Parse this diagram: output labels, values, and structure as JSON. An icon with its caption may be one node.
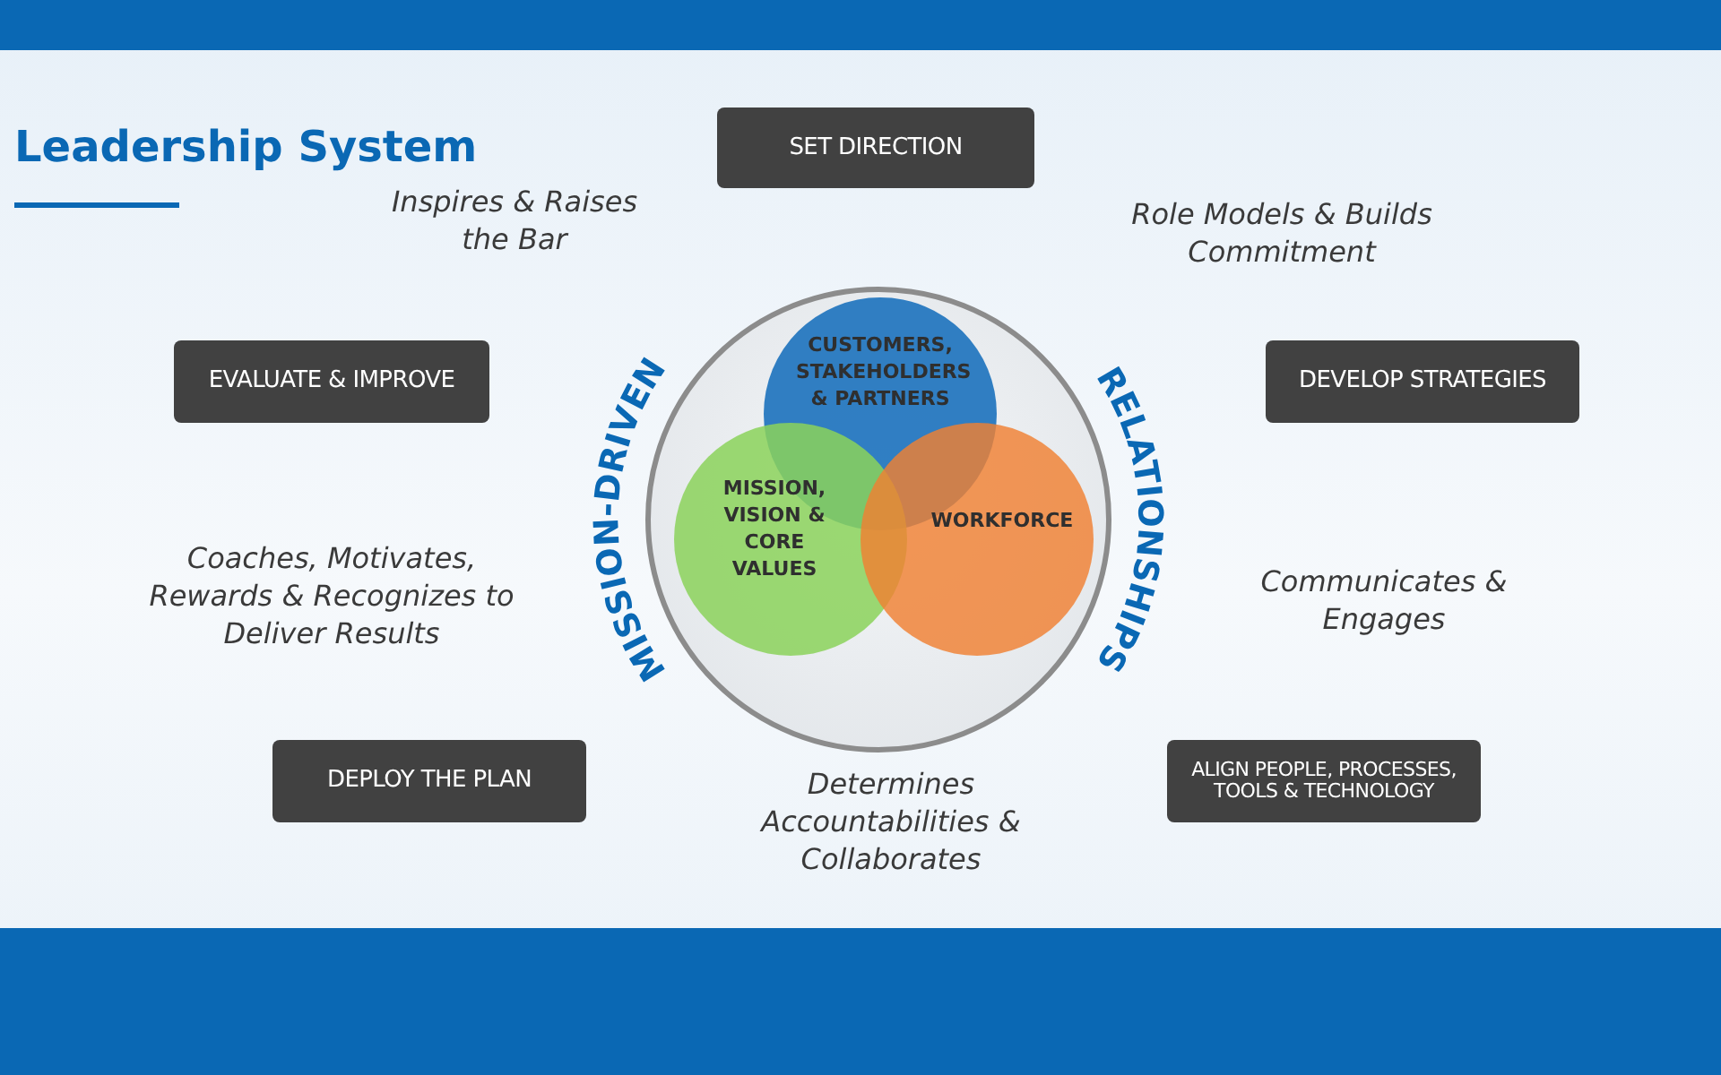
{
  "diagram": {
    "title": "Leadership System",
    "nodes": [
      {
        "text": [
          "SET DIRECTION"
        ]
      },
      {
        "text": [
          "EVALUATE & IMPROVE"
        ]
      },
      {
        "text": [
          "DEVELOP STRATEGIES"
        ]
      },
      {
        "text": [],
        "shape": "circle"
      },
      {
        "text": [
          "CUSTOMERS, STAKEHOLDERS & PARTNERS"
        ],
        "in": 3
      },
      {
        "text": [
          "MISSION, VISION & CORE VALUES"
        ],
        "in": 3
      },
      {
        "text": [
          "WORKFORCE"
        ],
        "in": 3
      },
      {
        "text": [
          "DEPLOY THE PLAN"
        ]
      },
      {
        "text": [
          "ALIGN PEOPLE, PROCESSES, TOOLS & TECHNOLOGY"
        ]
      }
    ],
    "labels": [
      "Inspires & Raises the Bar",
      "Role Models & Builds Commitment",
      "MISSION-DRIVEN",
      "RELATIONSHIPS",
      "Coaches, Motivates, Rewards & Recognizes to Deliver Results",
      "Communicates & Engages",
      "Determines Accountabilities & Collaborates"
    ]
  }
}
